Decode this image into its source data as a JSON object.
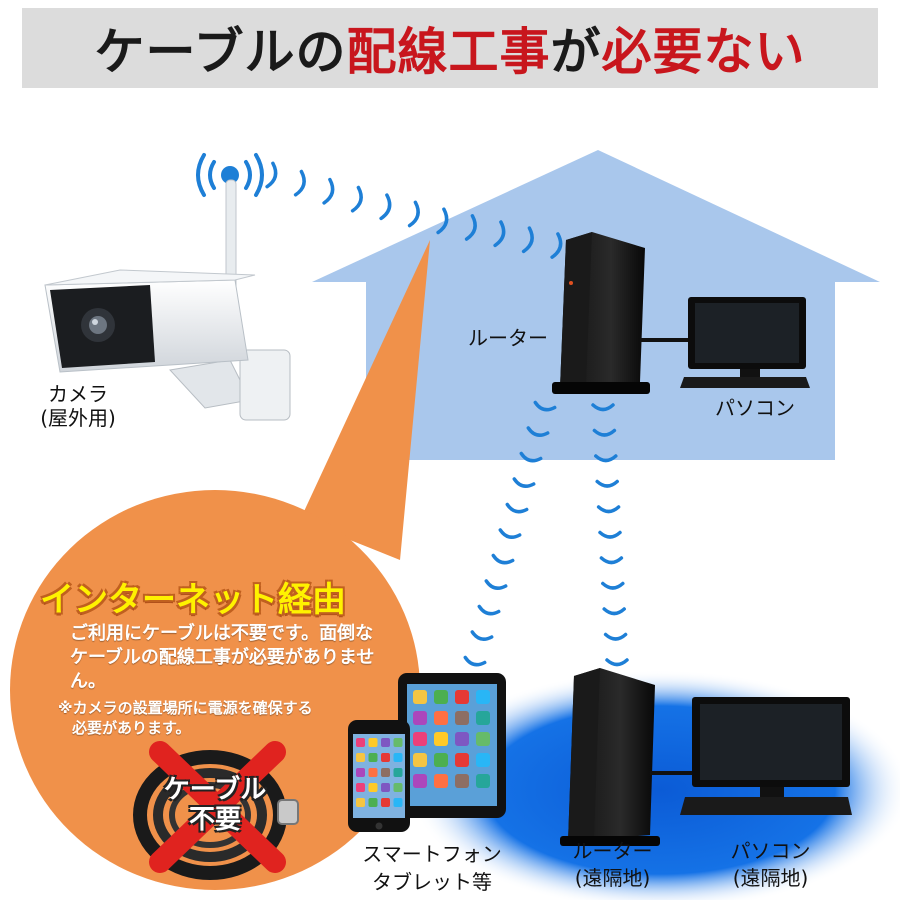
{
  "title": {
    "part1": "ケーブルの",
    "part2": "配線工事",
    "part3": "が",
    "part4": "必要ない",
    "dark_color": "#1a1a1a",
    "accent_color": "#c8161d"
  },
  "colors": {
    "banner": "#dcdcdc",
    "house": "#a9c7ec",
    "wave": "#1e7fd6",
    "bubble": "#f0914a",
    "remote_glow": "#1565d8",
    "heading": "#fff200"
  },
  "labels": {
    "camera_line1": "カメラ",
    "camera_line2": "(屋外用)",
    "router": "ルーター",
    "pc": "パソコン",
    "smartphone_line1": "スマートフォン",
    "smartphone_line2": "タブレット等",
    "remote_router_line1": "ルーター",
    "remote_router_line2": "(遠隔地)",
    "remote_pc_line1": "パソコン",
    "remote_pc_line2": "(遠隔地)"
  },
  "bubble": {
    "heading": "インターネット経由",
    "body": "ご利用にケーブルは不要です。面倒なケーブルの配線工事が必要がありません。",
    "note_line1": "※カメラの設置場所に電源を確保する",
    "note_line2": "必要があります。",
    "nocable_line1": "ケーブル",
    "nocable_line2": "不要"
  },
  "icons": [
    "wifi-signal-icon",
    "security-camera-icon",
    "router-icon",
    "monitor-icon",
    "tablet-icon",
    "smartphone-icon",
    "cable-coil-icon",
    "cross-mark-icon"
  ]
}
